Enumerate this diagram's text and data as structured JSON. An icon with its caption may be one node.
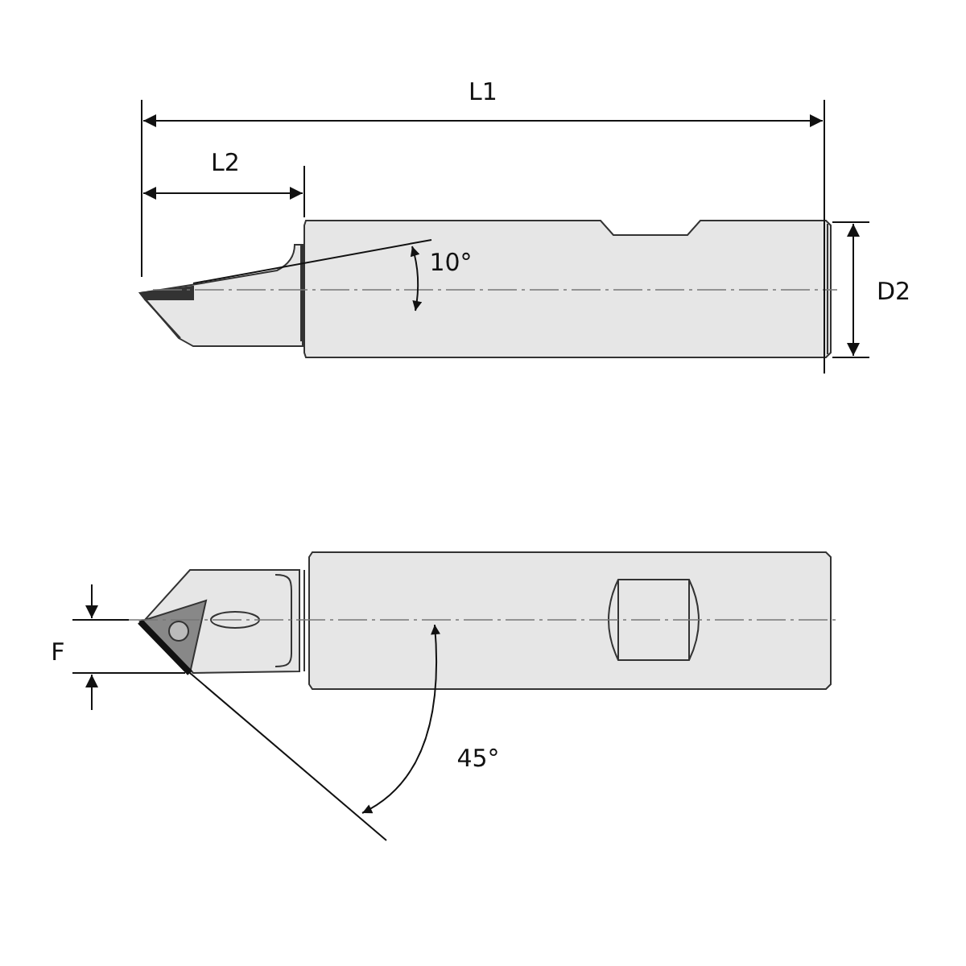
{
  "diagram": {
    "labels": [
      "L1",
      "L2",
      "10°",
      "D2",
      "F",
      "45°"
    ]
  }
}
